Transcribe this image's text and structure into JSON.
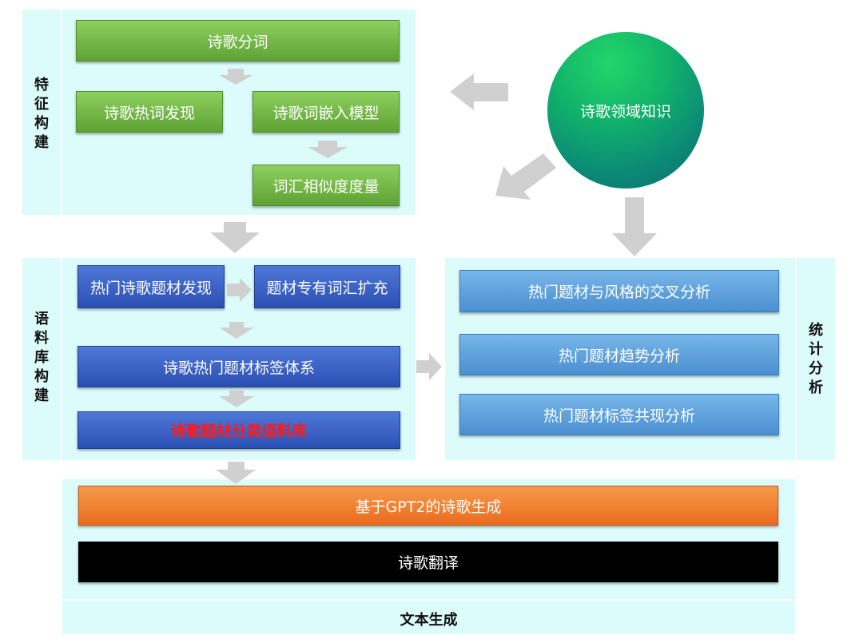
{
  "sections": {
    "feature": {
      "label": "特征构建"
    },
    "corpus": {
      "label": "语料库构建"
    },
    "stats": {
      "label": "统计分析"
    },
    "textgen": {
      "label": "文本生成"
    }
  },
  "nodes": {
    "segmentation": "诗歌分词",
    "hotword": "诗歌热词发现",
    "embedding": "诗歌词嵌入模型",
    "similarity": "词汇相似度度量",
    "knowledge": "诗歌领域知识",
    "hot_topic": "热门诗歌题材发现",
    "topic_expand": "题材专有词汇扩充",
    "tag_system": "诗歌热门题材标签体系",
    "corpus_lib": "诗歌题材分类语料库",
    "cross_analysis": "热门题材与风格的交叉分析",
    "trend_analysis": "热门题材趋势分析",
    "cooccur_analysis": "热门题材标签共现分析",
    "gpt2_gen": "基于GPT2的诗歌生成",
    "translate": "诗歌翻译"
  },
  "colors": {
    "panel": "#dcfbfb",
    "green": "#6fb242",
    "dark_blue": "#3360c6",
    "light_blue": "#5ea2dd",
    "orange": "#f07a2a",
    "black": "#000000",
    "arrow": "#d0d0d0",
    "red_text": "#ff1a1a"
  }
}
